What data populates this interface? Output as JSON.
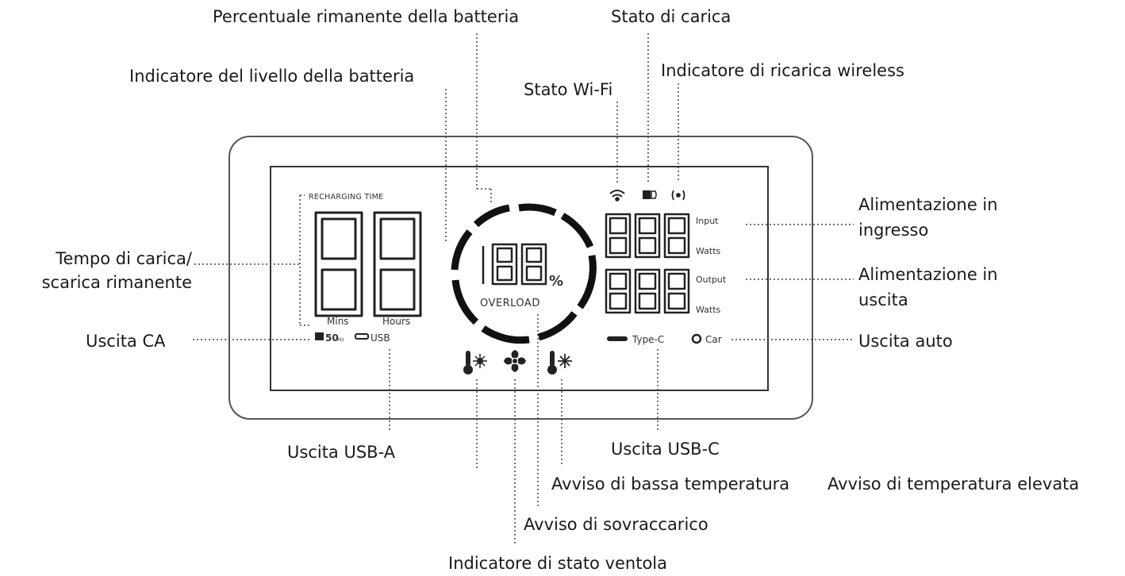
{
  "labels": {
    "battery_percent": "Percentuale rimanente della batteria",
    "charge_state": "Stato di carica",
    "battery_level": "Indicatore del livello della batteria",
    "wifi_state": "Stato Wi-Fi",
    "wireless_charging": "Indicatore di ricarica wireless",
    "input_power_1": "Alimentazione in",
    "input_power_2": "ingresso",
    "output_power_1": "Alimentazione in",
    "output_power_2": "uscita",
    "remaining_time_1": "Tempo di carica/",
    "remaining_time_2": "scarica rimanente",
    "ac_output": "Uscita CA",
    "car_output": "Uscita auto",
    "usb_a_output": "Uscita USB-A",
    "usb_c_output": "Uscita USB-C",
    "low_temp": "Avviso di bassa temperatura",
    "high_temp": "Avviso di temperatura elevata",
    "overload": "Avviso di sovraccarico",
    "fan_state": "Indicatore di stato ventola"
  },
  "display": {
    "recharging_time": "RECHARGING TIME",
    "mins": "Mins",
    "hours": "Hours",
    "freq": "50",
    "freq_unit": "Hz",
    "usb": "USB",
    "percent_sign": "%",
    "overload": "OVERLOAD",
    "input": "Input",
    "output": "Output",
    "watts_1": "Watts",
    "watts_2": "Watts",
    "type_c": "Type-C",
    "car": "Car"
  }
}
